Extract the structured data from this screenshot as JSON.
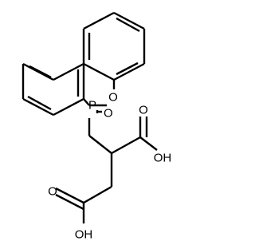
{
  "structure": {
    "atoms": {
      "phosphorus": "P",
      "ring_oxygen": "O",
      "phosphoryl_oxygen": "O",
      "acid1_hydroxyl": "OH",
      "acid1_carbonyl_oxygen": "O",
      "acid2_hydroxyl": "OH",
      "acid2_carbonyl_oxygen": "O"
    }
  }
}
